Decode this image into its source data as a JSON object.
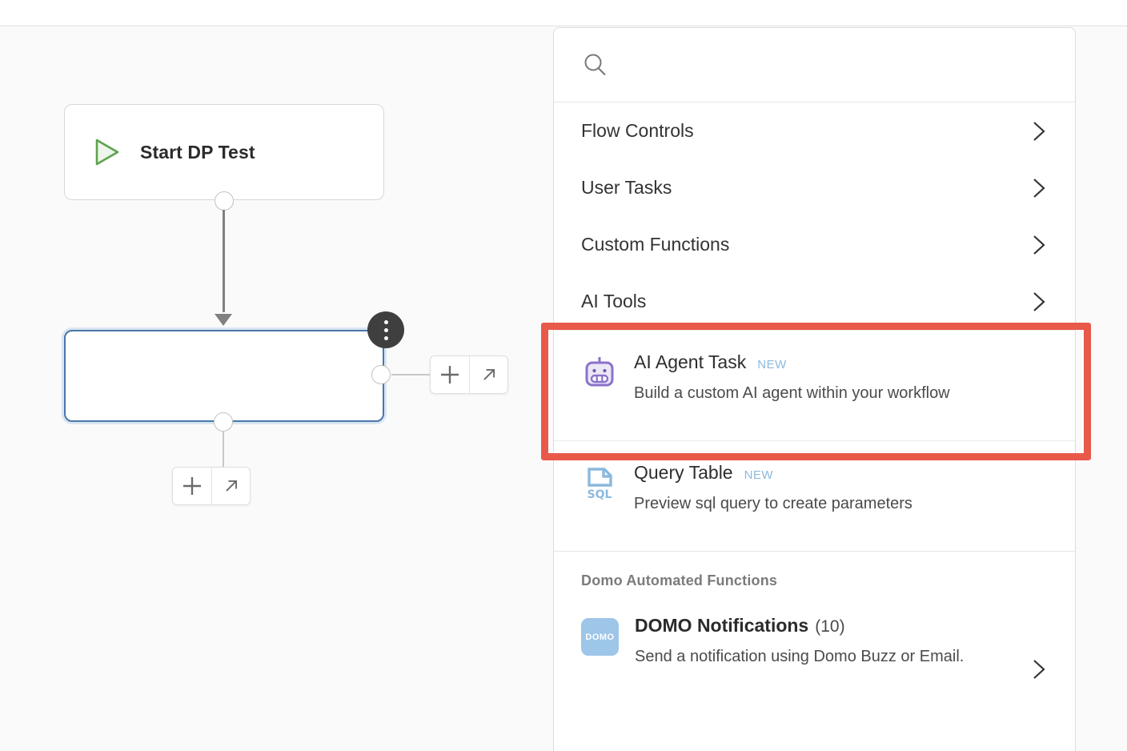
{
  "canvas": {
    "start_node": {
      "label": "Start DP Test",
      "icon": "play-triangle-icon"
    },
    "second_node": {
      "label": "",
      "menu_icon": "kebab-menu-icon"
    },
    "connector_buttons": {
      "add_label": "+",
      "expand_label": "↗"
    }
  },
  "panel": {
    "search": {
      "placeholder": "",
      "value": "",
      "icon": "search-icon"
    },
    "categories": [
      {
        "label": "Flow Controls",
        "chevron": "chevron-right-icon"
      },
      {
        "label": "User Tasks",
        "chevron": "chevron-right-icon"
      },
      {
        "label": "Custom Functions",
        "chevron": "chevron-right-icon"
      },
      {
        "label": "AI Tools",
        "chevron": "chevron-right-icon"
      }
    ],
    "items": [
      {
        "title": "AI Agent Task",
        "badge": "NEW",
        "description": "Build a custom AI agent within your workflow",
        "icon": "robot-icon",
        "icon_color": "#8b72c9",
        "highlighted": true
      },
      {
        "title": "Query Table",
        "badge": "NEW",
        "description": "Preview sql query to create parameters",
        "icon": "sql-file-icon",
        "icon_color": "#8bb9de",
        "highlighted": false
      }
    ],
    "section": {
      "header": "Domo Automated Functions",
      "entries": [
        {
          "title": "DOMO Notifications",
          "count": "(10)",
          "description": "Send a notification using Domo Buzz or Email.",
          "icon": "domo-logo-icon",
          "icon_label": "DOMO",
          "chevron": "chevron-right-icon"
        }
      ]
    }
  },
  "colors": {
    "highlight": "#e8594a",
    "badge_new": "#8bb9de",
    "selected_node_border": "#4a77a8",
    "play_green": "#5ba34d",
    "robot_purple": "#8b72c9",
    "domo_blue": "#9dc6e8"
  }
}
